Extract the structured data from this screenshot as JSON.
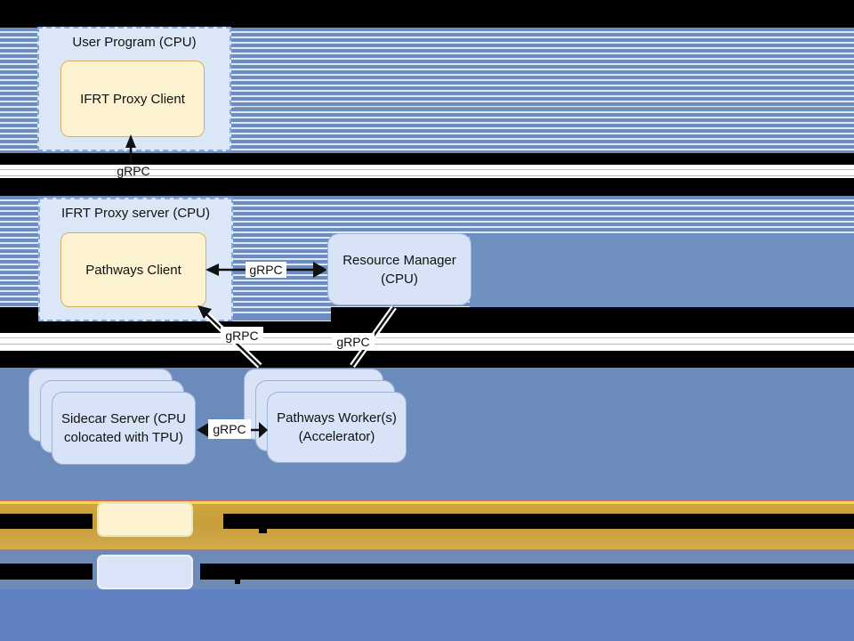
{
  "nodes": {
    "user_program": {
      "title": "User Program (CPU)"
    },
    "ifrt_proxy_client": {
      "label": "IFRT Proxy Client"
    },
    "ifrt_proxy_server": {
      "title": "IFRT Proxy server (CPU)"
    },
    "pathways_client": {
      "label": "Pathways Client"
    },
    "resource_manager": {
      "line1": "Resource Manager",
      "line2": "(CPU)"
    },
    "sidecar_server": {
      "line1": "Sidecar Server (CPU",
      "line2": "colocated with TPU)"
    },
    "pathways_workers": {
      "line1": "Pathways Worker(s)",
      "line2": "(Accelerator)"
    }
  },
  "edges": {
    "proxy_client_up": {
      "label": "gRPC"
    },
    "rm_to_pathways_client": {
      "label": "gRPC"
    },
    "pathways_client_diagonal": {
      "label": "gRPC"
    },
    "rm_diagonal": {
      "label": "gRPC"
    },
    "sidecar_workers": {
      "label": "gRPC"
    }
  },
  "legend": {
    "items": [
      {
        "swatch_color": "#fdf3d0",
        "redacted": true
      },
      {
        "swatch_color": "#d9e4f8",
        "redacted": true
      }
    ]
  },
  "colors": {
    "stripe_blue": "#6d8dc0",
    "stripe_light": "#dfe8f6",
    "panel_fill": "#dbe7f7",
    "panel_border": "#84a9d6",
    "yellow_fill": "#fdf3d0",
    "yellow_border": "#d4b35c",
    "node_fill": "#d8e3f7",
    "node_border": "#9db3d8",
    "solid_blue_right": "#7090c0",
    "bottom_section_blue": "#6a8bbb",
    "gold_band": "#cda440",
    "gold_top_yellow": "#f6d94e",
    "gold_top_red": "#dd6a4d",
    "row2_band": "#6e8ab6",
    "footer_blue": "#5f80c2",
    "redaction": "#000000"
  }
}
